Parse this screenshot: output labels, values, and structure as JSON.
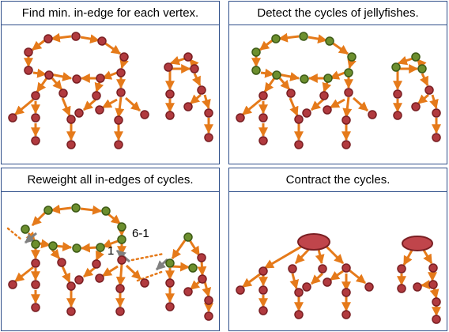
{
  "panels": [
    {
      "title": "Find min. in-edge for each vertex."
    },
    {
      "title": "Detect the cycles of jellyfishes."
    },
    {
      "title": "Reweight all in-edges of cycles."
    },
    {
      "title": "Contract the cycles."
    }
  ],
  "weight_labels": {
    "left": "1",
    "right": "6-1"
  },
  "colors": {
    "edge": "#e57a1a",
    "node_red": "#b13a3f",
    "node_green": "#6c8f2e",
    "reweighted_edge": "#808080",
    "frame": "#2f4f8a"
  }
}
